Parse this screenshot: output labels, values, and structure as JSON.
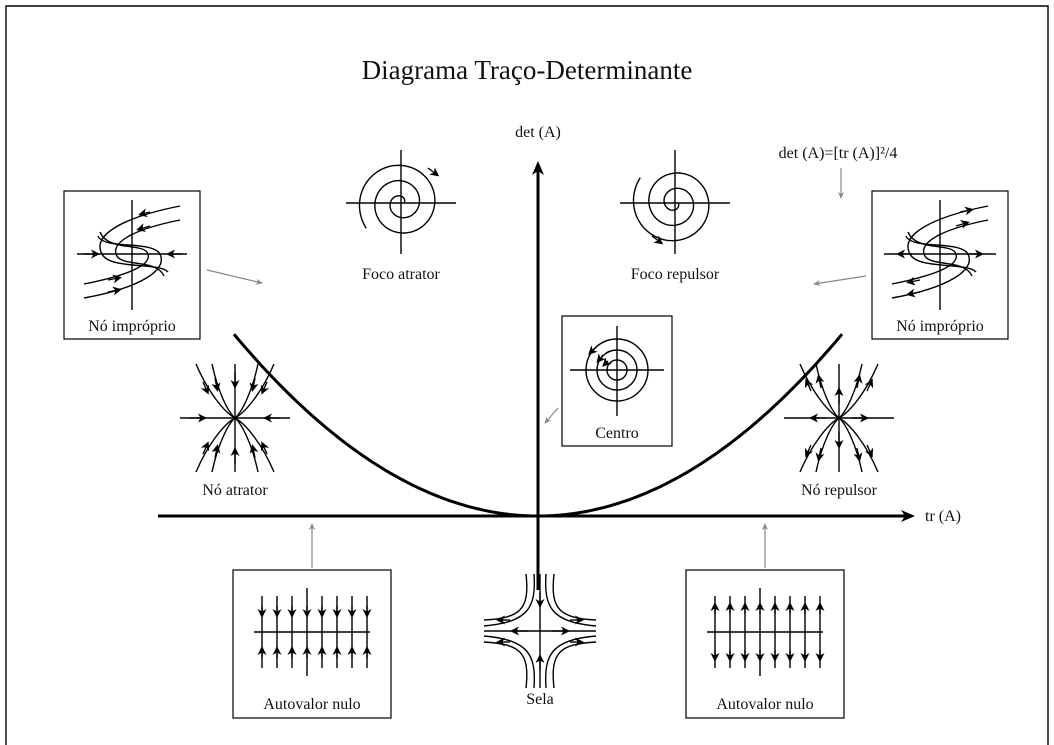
{
  "title": "Diagrama Traço-Determinante",
  "axes": {
    "y_label": "det (A)",
    "x_label": "tr (A)"
  },
  "parabola_label": "det (A)=[tr (A)]²/4",
  "regions": {
    "improper_node_left": "Nó impróprio",
    "improper_node_right": "Nó impróprio",
    "focus_attractor": "Foco atrator",
    "focus_repulsor": "Foco repulsor",
    "center": "Centro",
    "node_attractor": "Nó atrator",
    "node_repulsor": "Nó repulsor",
    "zero_eig_left": "Autovalor nulo",
    "zero_eig_right": "Autovalor nulo",
    "saddle": "Sela"
  }
}
